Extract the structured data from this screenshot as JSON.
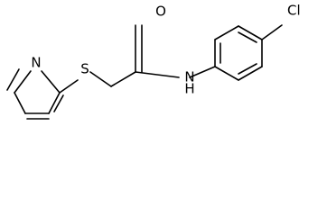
{
  "molecule": {
    "atoms": {
      "n_pyridine": "N",
      "s_thioether": "S",
      "o_carbonyl": "O",
      "n_amide": "N",
      "h_amide": "H",
      "cl": "Cl"
    }
  }
}
